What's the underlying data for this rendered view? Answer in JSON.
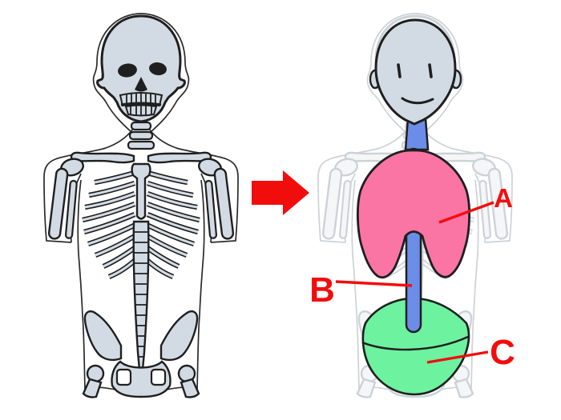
{
  "figure": {
    "background": "#ffffff",
    "labels": {
      "a": "A",
      "b": "B",
      "c": "C"
    },
    "colors": {
      "label": "#f20d0d",
      "arrow": "#f20d0d",
      "lungs": "#fa74a4",
      "esophagus": "#6b8de8",
      "stomach": "#6df2a0",
      "bone": "#d2dbe4",
      "ink": "#1f1f1f",
      "ghost": "#ccd2d7"
    }
  }
}
